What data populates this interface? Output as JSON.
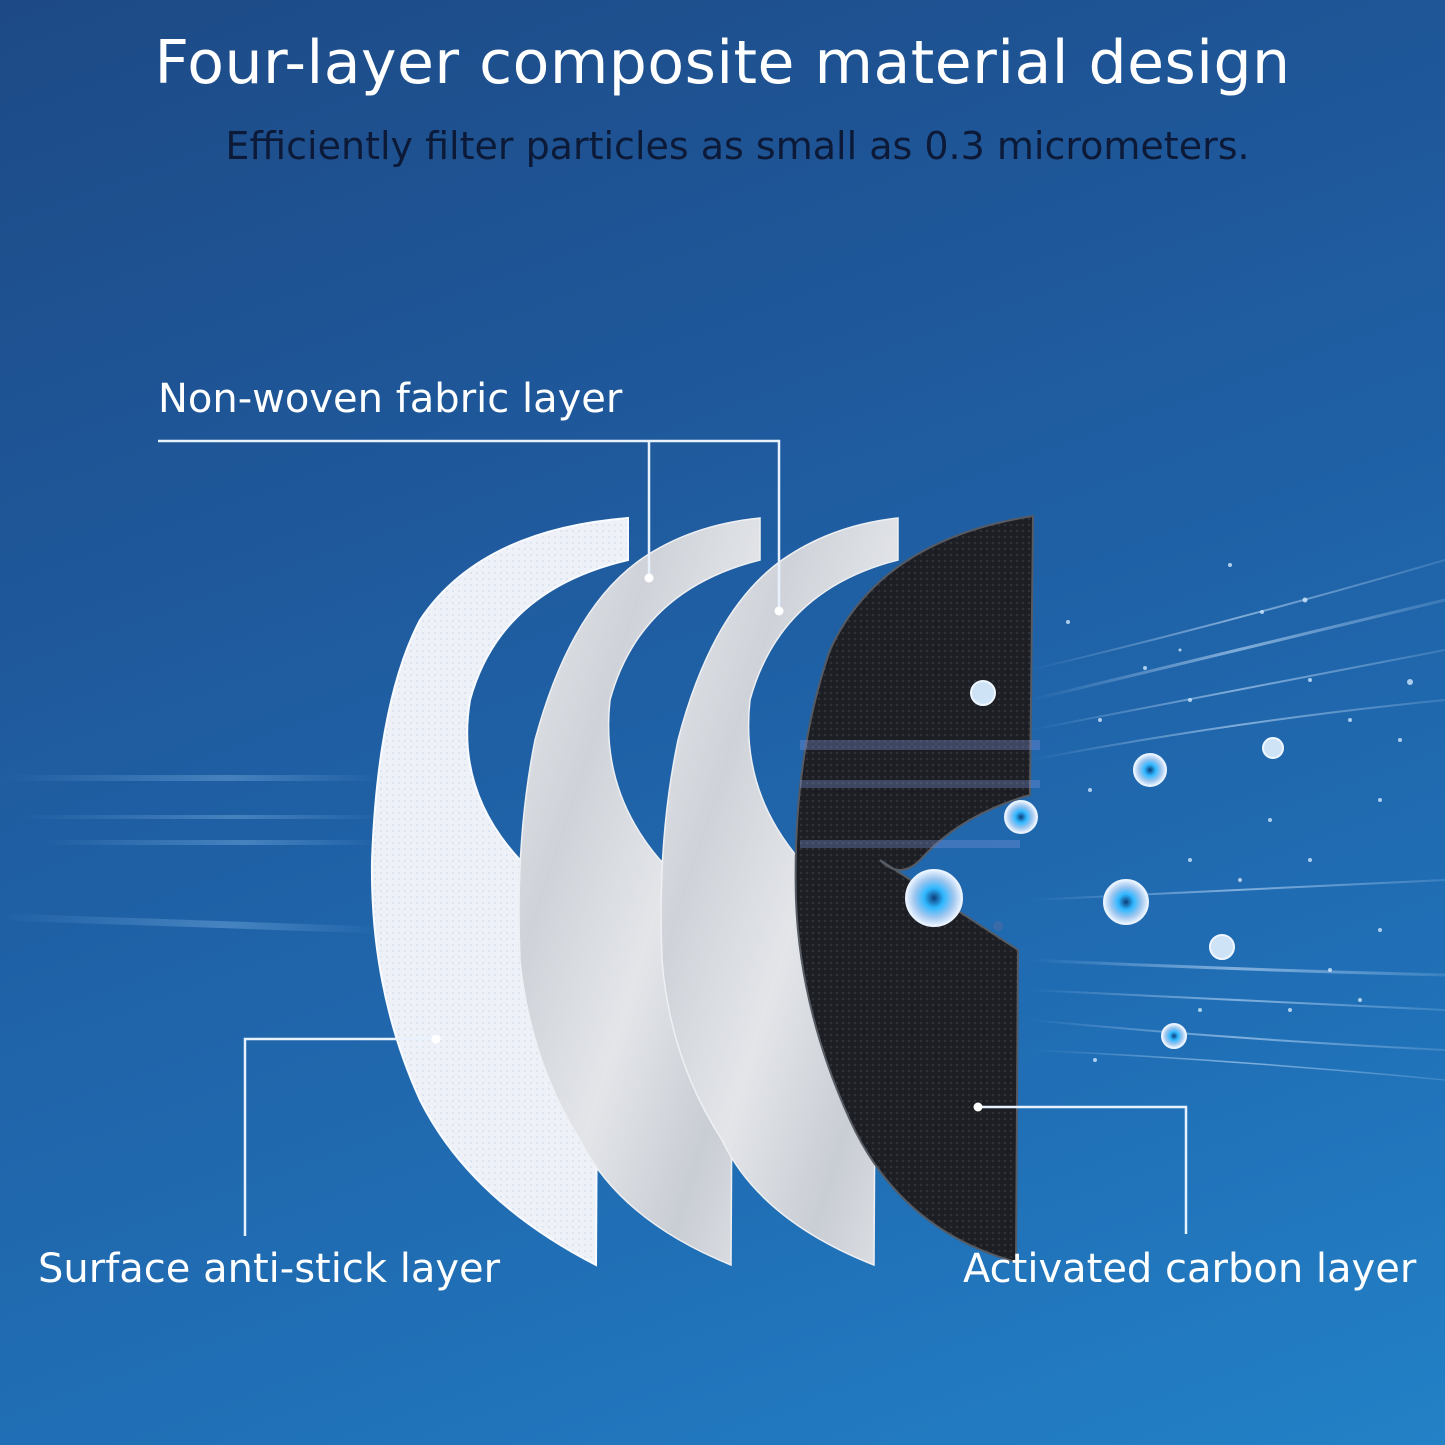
{
  "header": {
    "title": "Four-layer composite material design",
    "subtitle": "Efficiently filter particles as small as 0.3 micrometers."
  },
  "callouts": {
    "non_woven": "Non-woven fabric layer",
    "surface": "Surface anti-stick layer",
    "carbon": "Activated carbon layer"
  },
  "layers": [
    {
      "name": "Surface anti-stick layer",
      "color": "#eef2f8"
    },
    {
      "name": "Non-woven fabric layer",
      "color": "#d9dde3"
    },
    {
      "name": "Non-woven fabric layer",
      "color": "#dfe2e7"
    },
    {
      "name": "Activated carbon layer",
      "color": "#1b1d22"
    }
  ],
  "colors": {
    "background_top": "#1d4a86",
    "background_bottom": "#2381c6",
    "title": "#ffffff",
    "subtitle": "#0c1a38",
    "leader_line": "#e8f2ff"
  }
}
